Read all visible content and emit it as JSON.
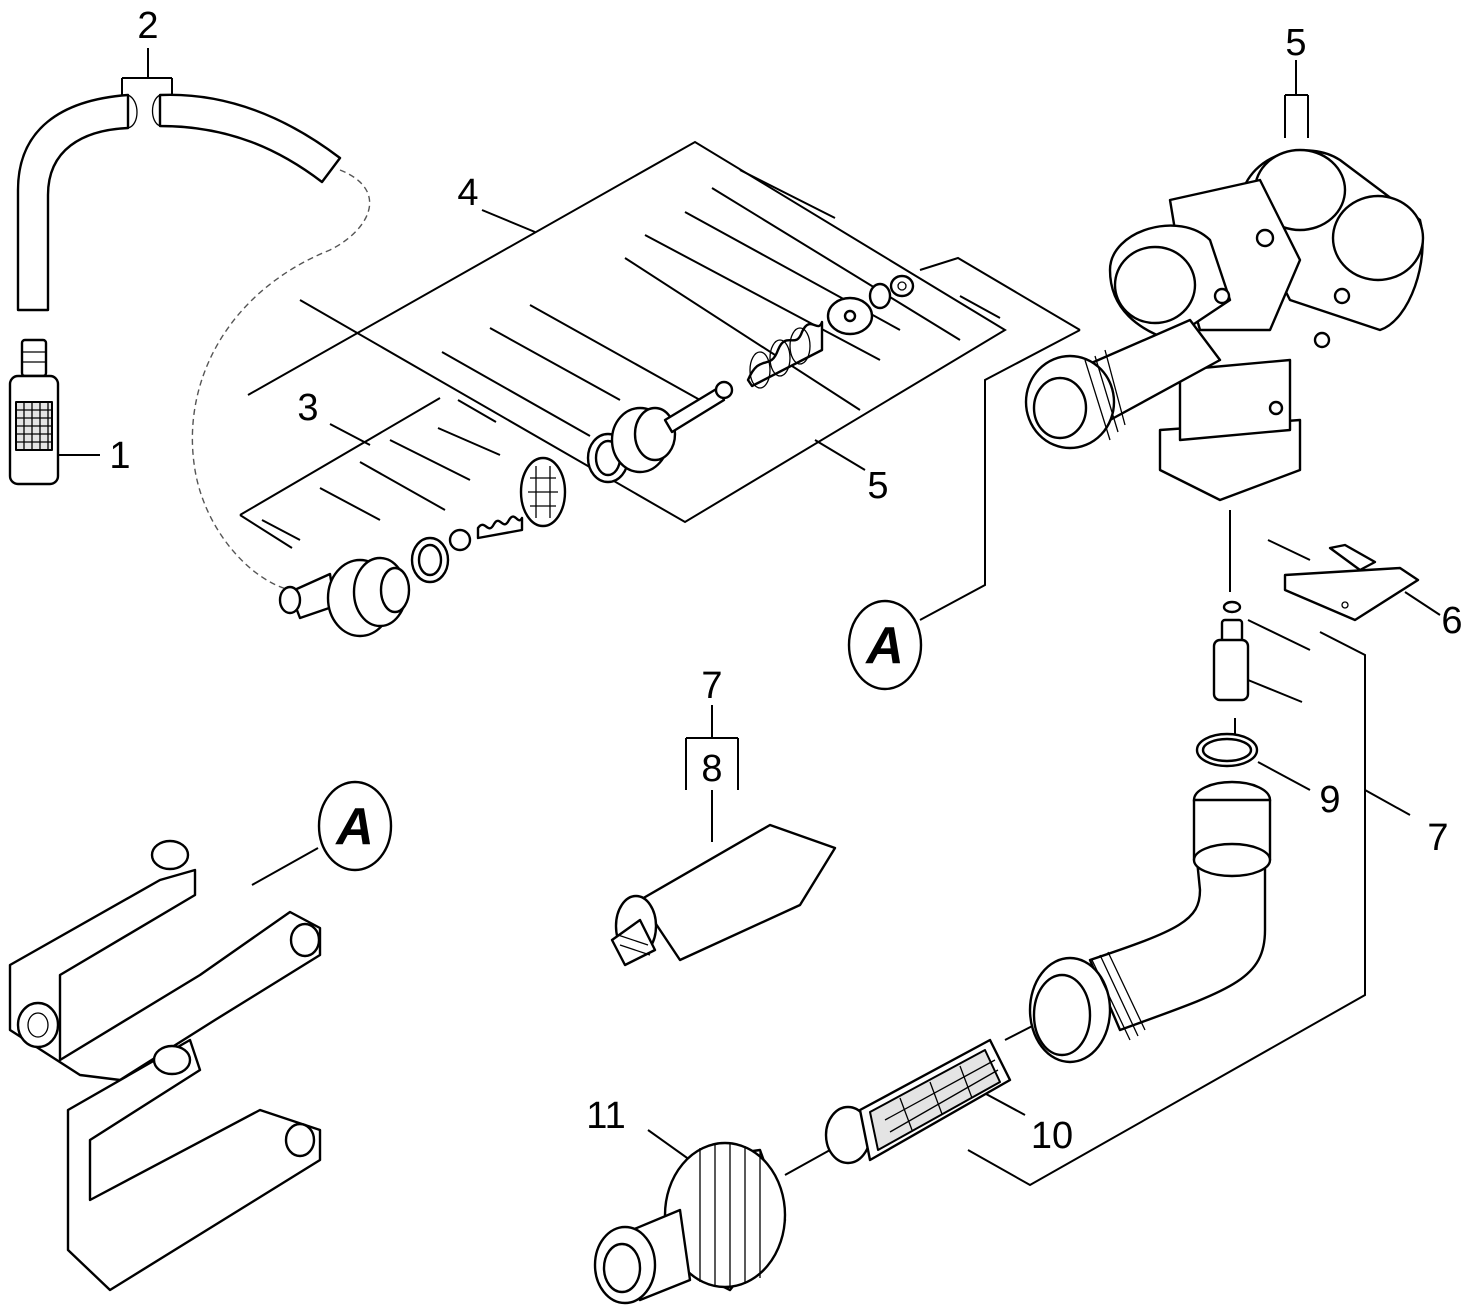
{
  "callouts": {
    "c1": "1",
    "c2": "2",
    "c3": "3",
    "c4": "4",
    "c5_top": "5",
    "c5_mid": "5",
    "c6": "6",
    "c7_top": "7",
    "c7_right": "7",
    "c8": "8",
    "c9": "9",
    "c10": "10",
    "c11": "11"
  },
  "references": {
    "ref_a_right": "A",
    "ref_a_left": "A"
  },
  "colors": {
    "line": "#000000",
    "background": "#ffffff"
  }
}
